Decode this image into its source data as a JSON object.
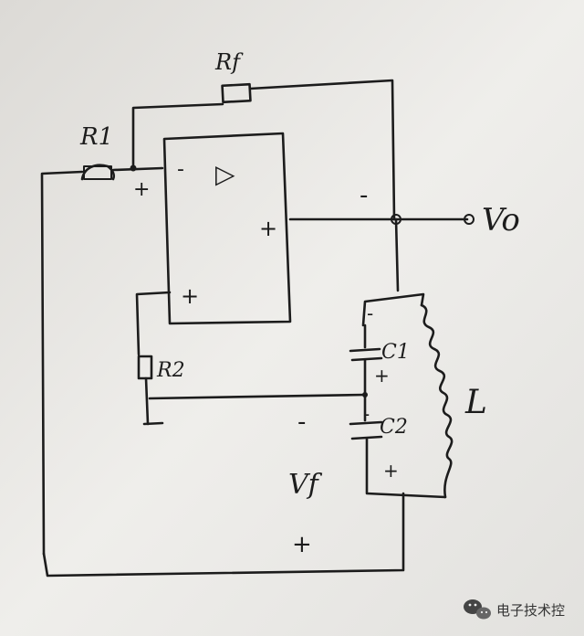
{
  "labels": {
    "rf": "Rf",
    "r1": "R1",
    "r2": "R2",
    "c1": "C1",
    "c2": "C2",
    "l": "L",
    "vo": "Vo",
    "vf": "Vf"
  },
  "signs": {
    "opamp_inverting": "-",
    "opamp_noninverting": "+",
    "opamp_output": "+",
    "r1_node_plus": "+",
    "vo_minus": "-",
    "c1_minus": "-",
    "c1_plus": "+",
    "c2_minus": "-",
    "c2_plus": "+",
    "mid_minus": "-",
    "vf_plus": "+"
  },
  "opamp_symbol": "▷",
  "watermark": {
    "text": "电子技术控",
    "icon": "wechat-icon"
  },
  "colors": {
    "paper": "#ecebe8",
    "ink": "#1c1c1c"
  }
}
